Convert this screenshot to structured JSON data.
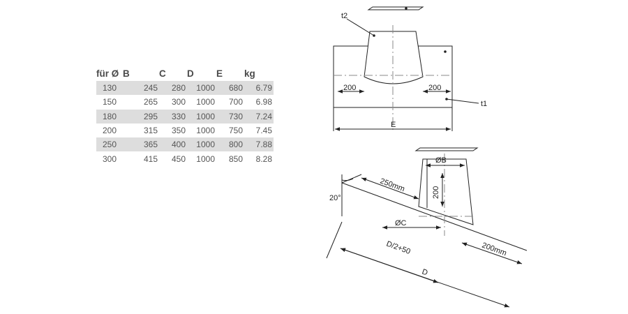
{
  "table": {
    "headers": [
      "für Ø",
      "B",
      "C",
      "D",
      "E",
      "kg"
    ],
    "rows": [
      [
        "130",
        "245",
        "280",
        "1000",
        "680",
        "6.79"
      ],
      [
        "150",
        "265",
        "300",
        "1000",
        "700",
        "6.98"
      ],
      [
        "180",
        "295",
        "330",
        "1000",
        "730",
        "7.24"
      ],
      [
        "200",
        "315",
        "350",
        "1000",
        "750",
        "7.45"
      ],
      [
        "250",
        "365",
        "400",
        "1000",
        "800",
        "7.88"
      ],
      [
        "300",
        "415",
        "450",
        "1000",
        "850",
        "8.28"
      ]
    ]
  },
  "top_view": {
    "label_t2": "t2",
    "label_t1": "t1",
    "dim_left": "200",
    "dim_right": "200",
    "dim_e": "E"
  },
  "side_view": {
    "label_b": "ØB",
    "dim_height": "200",
    "dim_250": "250mm",
    "angle": "20°",
    "label_c": "ØC",
    "dim_d2": "D/2+50",
    "dim_200": "200mm",
    "dim_d": "D"
  }
}
